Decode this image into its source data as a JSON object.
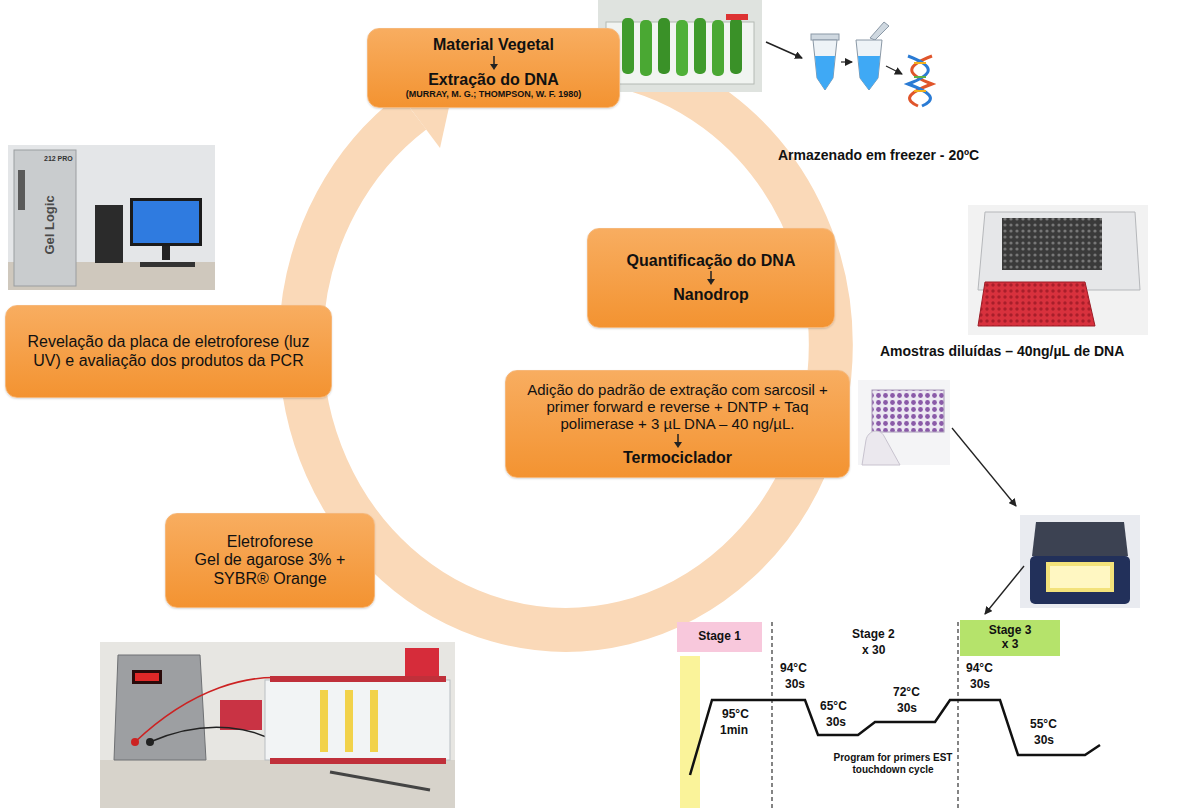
{
  "diagram": {
    "nodes": [
      {
        "text": [
          "Material Vegetal",
          "Extração do DNA",
          "(MURRAY, M. G.; THOMPSON, W. F. 1980)"
        ]
      },
      {
        "text": [
          "Quantificação do DNA",
          "Nanodrop"
        ]
      },
      {
        "text": [
          "Adição do padrão de extração com sarcosil + primer forward e reverse + DNTP + Taq polimerase + 3 µL DNA – 40 ng/µL.",
          "Termociclador"
        ]
      },
      {
        "text": [
          "Eletroforese",
          "Gel de agarose 3% + SYBR® Orange"
        ]
      },
      {
        "text": [
          "Revelação da placa de eletroforese (luz UV) e avaliação dos produtos da PCR"
        ]
      },
      {
        "text": [
          "Stage 1"
        ]
      },
      {
        "text": [
          "Stage 3",
          "x 3"
        ]
      }
    ],
    "labels": [
      "Armazenado em freezer - 20ºC",
      "Amostras diluídas – 40ng/µL de DNA",
      "Gel Logic",
      "212 PRO",
      "Stage 2",
      "x 30",
      "94°C",
      "30s",
      "95°C",
      "1min",
      "65°C",
      "30s",
      "72°C",
      "30s",
      "Program for primers EST touchdown cycle",
      "94°C",
      "30s",
      "55°C",
      "30s"
    ]
  }
}
